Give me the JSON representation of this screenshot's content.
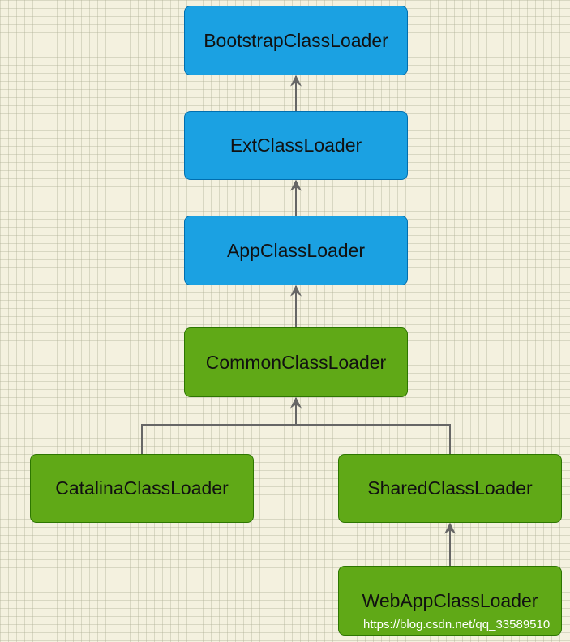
{
  "nodes": {
    "bootstrap": "BootstrapClassLoader",
    "ext": "ExtClassLoader",
    "app": "AppClassLoader",
    "common": "CommonClassLoader",
    "catalina": "CatalinaClassLoader",
    "shared": "SharedClassLoader",
    "webapp": "WebAppClassLoader"
  },
  "colors": {
    "blue_fill": "#1ba1e2",
    "green_fill": "#60a917",
    "edge": "#666666"
  },
  "watermark": "https://blog.csdn.net/qq_33589510"
}
